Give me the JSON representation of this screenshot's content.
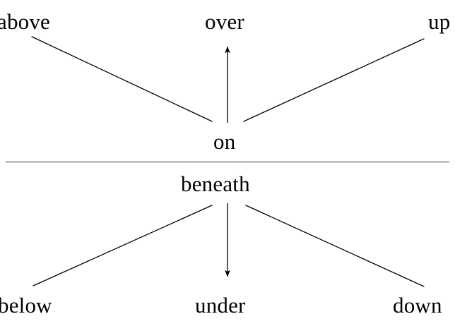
{
  "diagram": {
    "type": "concept-map",
    "title": "",
    "background_color": "#ffffff",
    "text_color": "#000000",
    "line_color": "#000000",
    "divider_color": "#808080",
    "upper_group": {
      "center": "on",
      "targets": [
        "above",
        "over",
        "up"
      ]
    },
    "lower_group": {
      "center": "beneath",
      "targets": [
        "below",
        "under",
        "down"
      ]
    },
    "nodes": {
      "above": "above",
      "over": "over",
      "up": "up",
      "on": "on",
      "beneath": "beneath",
      "below": "below",
      "under": "under",
      "down": "down"
    },
    "edges": [
      {
        "from": "on",
        "to": "above",
        "style": "plain-line"
      },
      {
        "from": "on",
        "to": "over",
        "style": "arrow-up"
      },
      {
        "from": "on",
        "to": "up",
        "style": "plain-line"
      },
      {
        "from": "beneath",
        "to": "below",
        "style": "plain-line"
      },
      {
        "from": "beneath",
        "to": "under",
        "style": "arrow-down"
      },
      {
        "from": "beneath",
        "to": "down",
        "style": "plain-line"
      }
    ]
  }
}
